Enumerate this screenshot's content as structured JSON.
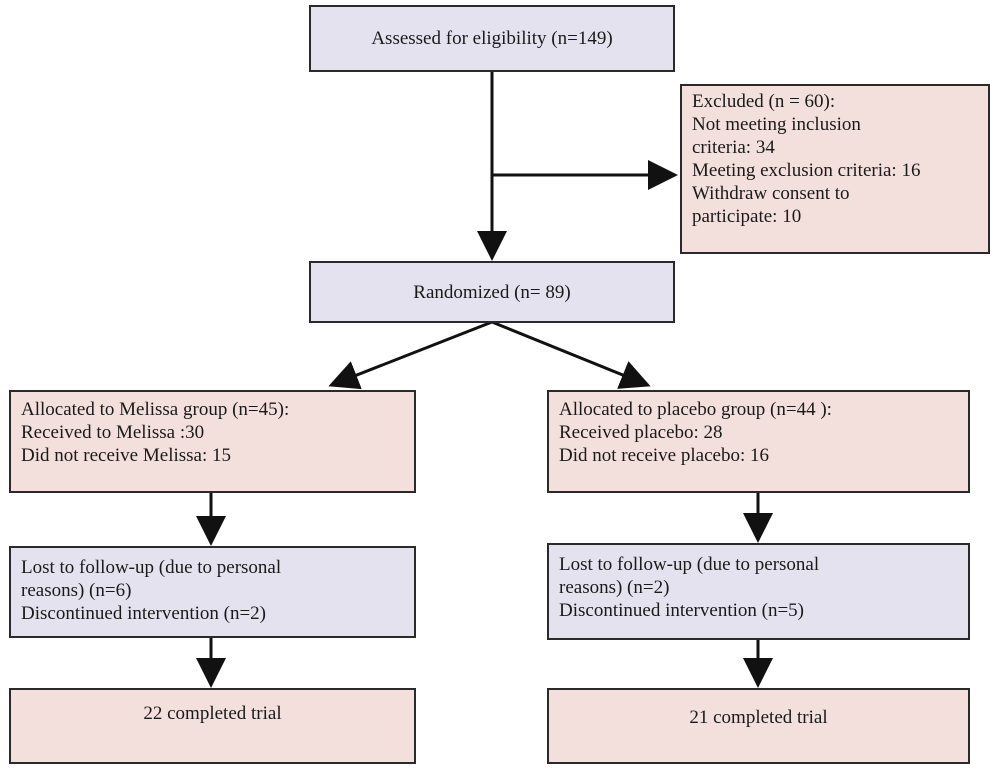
{
  "assessed": {
    "label": "Assessed for eligibility (n=149)"
  },
  "excluded": {
    "lines": [
      "Excluded (n = 60):",
      "Not meeting  inclusion",
      "criteria: 34",
      "Meeting exclusion criteria:  16",
      "Withdraw consent to",
      "participate:  10"
    ]
  },
  "randomized": {
    "label": "Randomized (n= 89)"
  },
  "melissa": {
    "allocation": [
      "Allocated to Melissa group (n=45):",
      "Received to Melissa :30",
      "Did not receive  Melissa: 15"
    ],
    "followup": [
      "Lost to follow-up (due to personal",
      "reasons) (n=6)",
      "Discontinued intervention  (n=2)"
    ],
    "completed": "22 completed trial"
  },
  "placebo": {
    "allocation": [
      "Allocated to placebo  group (n=44 ):",
      "Received placebo:  28",
      "Did not receive placebo: 16"
    ],
    "followup": [
      "Lost to follow-up (due to personal",
      "reasons) (n=2)",
      "Discontinued intervention  (n=5)"
    ],
    "completed": "21 completed trial"
  },
  "colors": {
    "box_lavender": "#e4e2ef",
    "box_pink": "#f3e0dc",
    "border": "#2a2a2a"
  }
}
